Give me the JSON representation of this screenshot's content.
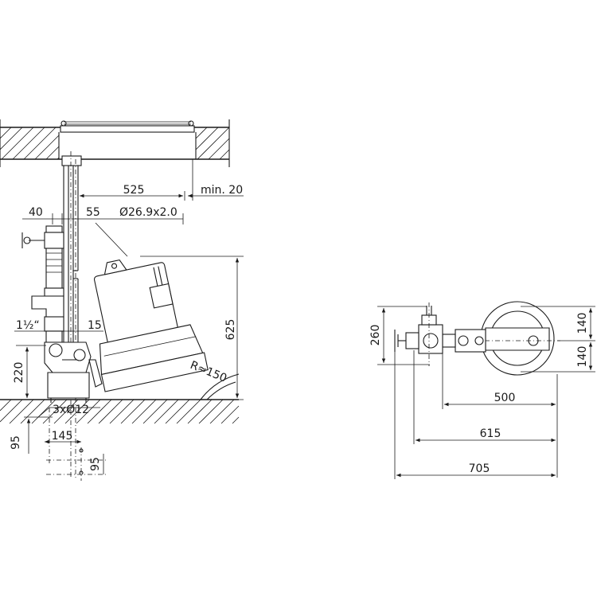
{
  "side_view": {
    "dim_525": "525",
    "dim_min20": "min. 20",
    "dim_40": "40",
    "dim_55": "55",
    "dim_pipe": "Ø26.9x2.0",
    "dim_625": "625",
    "dim_1half": "1½“",
    "dim_15": "15",
    "dim_R150": "R≈150",
    "dim_220": "220",
    "dim_3x12": "3xØ12",
    "dim_95_left": "95",
    "dim_145": "145",
    "dim_95_bottom": "95"
  },
  "top_view": {
    "dim_260": "260",
    "dim_140_top": "140",
    "dim_140_bottom": "140",
    "dim_500": "500",
    "dim_615": "615",
    "dim_705": "705"
  }
}
